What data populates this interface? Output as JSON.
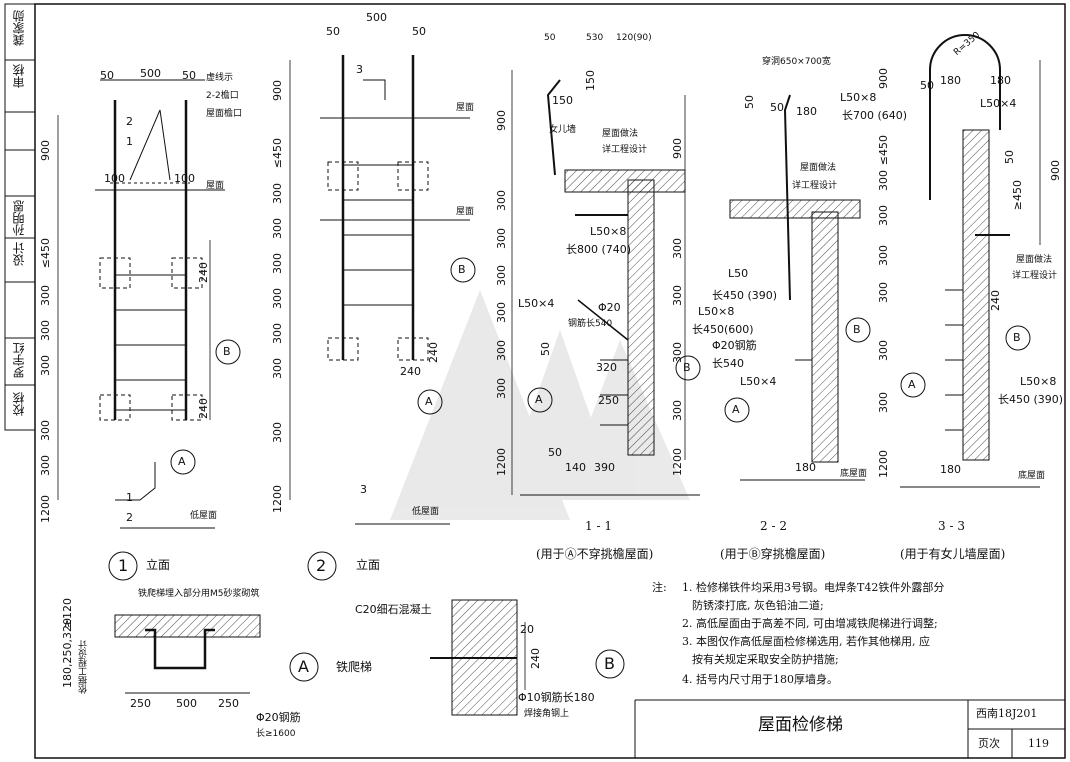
{
  "sheet": {
    "title": "屋面检修梯",
    "atlas": "西南18J201",
    "page_label": "页次",
    "page_no": "119"
  },
  "signatures": {
    "check_label": "校核",
    "checker": "罗宇红",
    "design_label": "设计",
    "designer": "孙明恩",
    "review_label": "审核",
    "reviewer": "龚家勋"
  },
  "views": {
    "v1": {
      "num": "1",
      "title": "立面",
      "high_roof": "屋面",
      "low_roof": "低屋面",
      "note1": "虚线示",
      "note2": "2-2檐口",
      "note3": "屋面檐口"
    },
    "v2": {
      "num": "2",
      "title": "立面",
      "high_roof": "屋面",
      "low_roof": "低屋面"
    },
    "s11": {
      "title": "1 - 1",
      "usage": "(用于Ⓐ不穿挑檐屋面)",
      "parapet": "女儿墙",
      "roof_note1": "屋面做法",
      "roof_note2": "详工程设计"
    },
    "s22": {
      "title": "2 - 2",
      "usage": "(用于Ⓑ穿挑檐屋面)",
      "opening": "穿洞650×700宽",
      "roof_note1": "屋面做法",
      "roof_note2": "详工程设计",
      "low_roof": "底屋面"
    },
    "s33": {
      "title": "3 - 3",
      "usage": "(用于有女儿墙屋面)",
      "roof_note1": "屋面做法",
      "roof_note2": "详工程设计",
      "low_roof": "底屋面"
    },
    "dA": {
      "num": "A",
      "title": "铁爬梯",
      "top_note": "铁爬梯埋入部分用M5砂浆砌筑",
      "steel": "Φ20钢筋",
      "steel_len": "长≥1600",
      "wall_label": "依据工程设计"
    },
    "dB": {
      "num": "B",
      "concrete": "C20细石混凝土",
      "bar": "Φ10钢筋长180",
      "bar2": "焊接角钢上"
    }
  },
  "dims": {
    "d50": "50",
    "d500": "500",
    "d900": "900",
    "d450": "≤450",
    "d300": "300",
    "d240": "240",
    "d1200": "1200",
    "d100": "100",
    "d530": "530",
    "d120": "120(90)",
    "d150": "150",
    "d180": "180",
    "d320": "320",
    "d250": "250",
    "d140": "140",
    "d390": "390",
    "d20": "20",
    "d450b": "≥450",
    "d900b": "900",
    "r": "R=350",
    "dA_side": "180,250,320",
    "dA_top": "≥120",
    "dA_250": "250",
    "dA_500": "500"
  },
  "labels": {
    "L50x8": "L50×8",
    "L50x4": "L50×4",
    "L50": "L50",
    "phi20": "Φ20",
    "phi20b": "Φ20钢筋",
    "len540": "长540",
    "len540b": "钢筋长540",
    "len450": "长450 (390)",
    "len450b": "长450(600)",
    "len800": "长800 (740)",
    "len700": "长700 (640)",
    "len450c": "长450 (390)",
    "num1": "1",
    "num2": "2",
    "num3": "3"
  },
  "notes": {
    "head": "注:",
    "n1": "1. 检修梯铁件均采用3号钢。电焊条T42铁件外露部分",
    "n1b": "防锈漆打底, 灰色铅油二道;",
    "n2": "2. 高低屋面由于高差不同, 可由增减铁爬梯进行调整;",
    "n3": "3. 本图仅作高低屋面检修梯选用, 若作其他梯用, 应",
    "n3b": "按有关规定采取安全防护措施;",
    "n4": "4. 括号内尺寸用于180厚墙身。"
  }
}
